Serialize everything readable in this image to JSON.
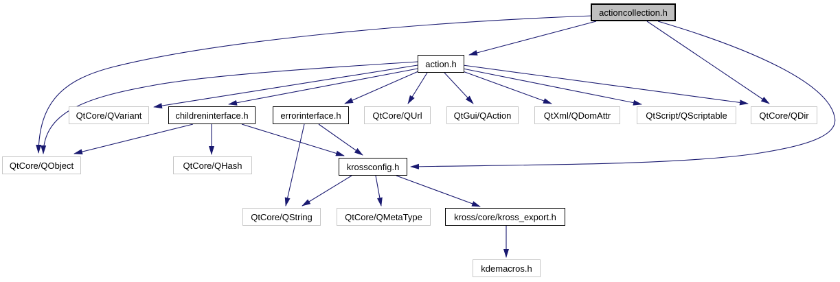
{
  "diagram": {
    "type": "include-dependency-graph",
    "root": "actioncollection.h",
    "edge_color": "#191970",
    "current_node_fill": "#bfbfbf",
    "nodes": [
      {
        "label": "actioncollection.h",
        "kind": "current"
      },
      {
        "label": "action.h",
        "kind": "internal"
      },
      {
        "label": "QtCore/QVariant",
        "kind": "external"
      },
      {
        "label": "childreninterface.h",
        "kind": "internal"
      },
      {
        "label": "errorinterface.h",
        "kind": "internal"
      },
      {
        "label": "QtCore/QUrl",
        "kind": "external"
      },
      {
        "label": "QtGui/QAction",
        "kind": "external"
      },
      {
        "label": "QtXml/QDomAttr",
        "kind": "external"
      },
      {
        "label": "QtScript/QScriptable",
        "kind": "external"
      },
      {
        "label": "QtCore/QDir",
        "kind": "external"
      },
      {
        "label": "QtCore/QObject",
        "kind": "external"
      },
      {
        "label": "QtCore/QHash",
        "kind": "external"
      },
      {
        "label": "krossconfig.h",
        "kind": "internal"
      },
      {
        "label": "QtCore/QString",
        "kind": "external"
      },
      {
        "label": "QtCore/QMetaType",
        "kind": "external"
      },
      {
        "label": "kross/core/kross_export.h",
        "kind": "internal"
      },
      {
        "label": "kdemacros.h",
        "kind": "external"
      }
    ],
    "edges": [
      {
        "from": "actioncollection.h",
        "to": "action.h"
      },
      {
        "from": "actioncollection.h",
        "to": "QtCore/QObject"
      },
      {
        "from": "actioncollection.h",
        "to": "QtCore/QDir"
      },
      {
        "from": "actioncollection.h",
        "to": "krossconfig.h"
      },
      {
        "from": "action.h",
        "to": "QtCore/QObject"
      },
      {
        "from": "action.h",
        "to": "QtCore/QVariant"
      },
      {
        "from": "action.h",
        "to": "childreninterface.h"
      },
      {
        "from": "action.h",
        "to": "errorinterface.h"
      },
      {
        "from": "action.h",
        "to": "QtCore/QUrl"
      },
      {
        "from": "action.h",
        "to": "QtGui/QAction"
      },
      {
        "from": "action.h",
        "to": "QtXml/QDomAttr"
      },
      {
        "from": "action.h",
        "to": "QtScript/QScriptable"
      },
      {
        "from": "action.h",
        "to": "QtCore/QDir"
      },
      {
        "from": "childreninterface.h",
        "to": "QtCore/QObject"
      },
      {
        "from": "childreninterface.h",
        "to": "QtCore/QHash"
      },
      {
        "from": "childreninterface.h",
        "to": "krossconfig.h"
      },
      {
        "from": "errorinterface.h",
        "to": "QtCore/QString"
      },
      {
        "from": "errorinterface.h",
        "to": "krossconfig.h"
      },
      {
        "from": "krossconfig.h",
        "to": "QtCore/QString"
      },
      {
        "from": "krossconfig.h",
        "to": "QtCore/QMetaType"
      },
      {
        "from": "krossconfig.h",
        "to": "kross/core/kross_export.h"
      },
      {
        "from": "kross/core/kross_export.h",
        "to": "kdemacros.h"
      }
    ]
  }
}
